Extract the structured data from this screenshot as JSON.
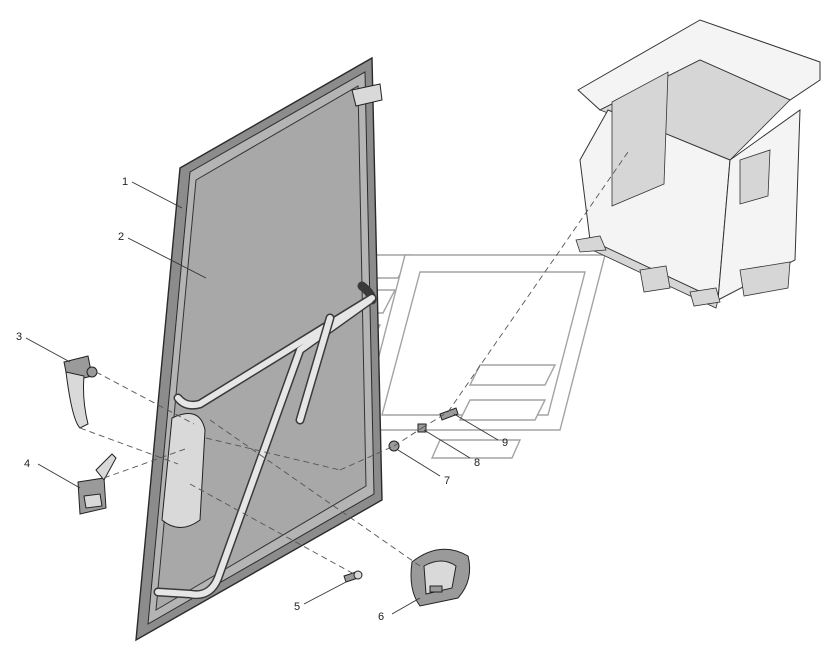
{
  "callouts": {
    "c1": "1",
    "c2": "2",
    "c3": "3",
    "c4": "4",
    "c5": "5",
    "c6": "6",
    "c7": "7",
    "c8": "8",
    "c9": "9"
  },
  "colors": {
    "background": "#ffffff",
    "frame": "#8c8c8c",
    "glass": "#a8a8a8",
    "watermark": "#9a9a9a"
  }
}
